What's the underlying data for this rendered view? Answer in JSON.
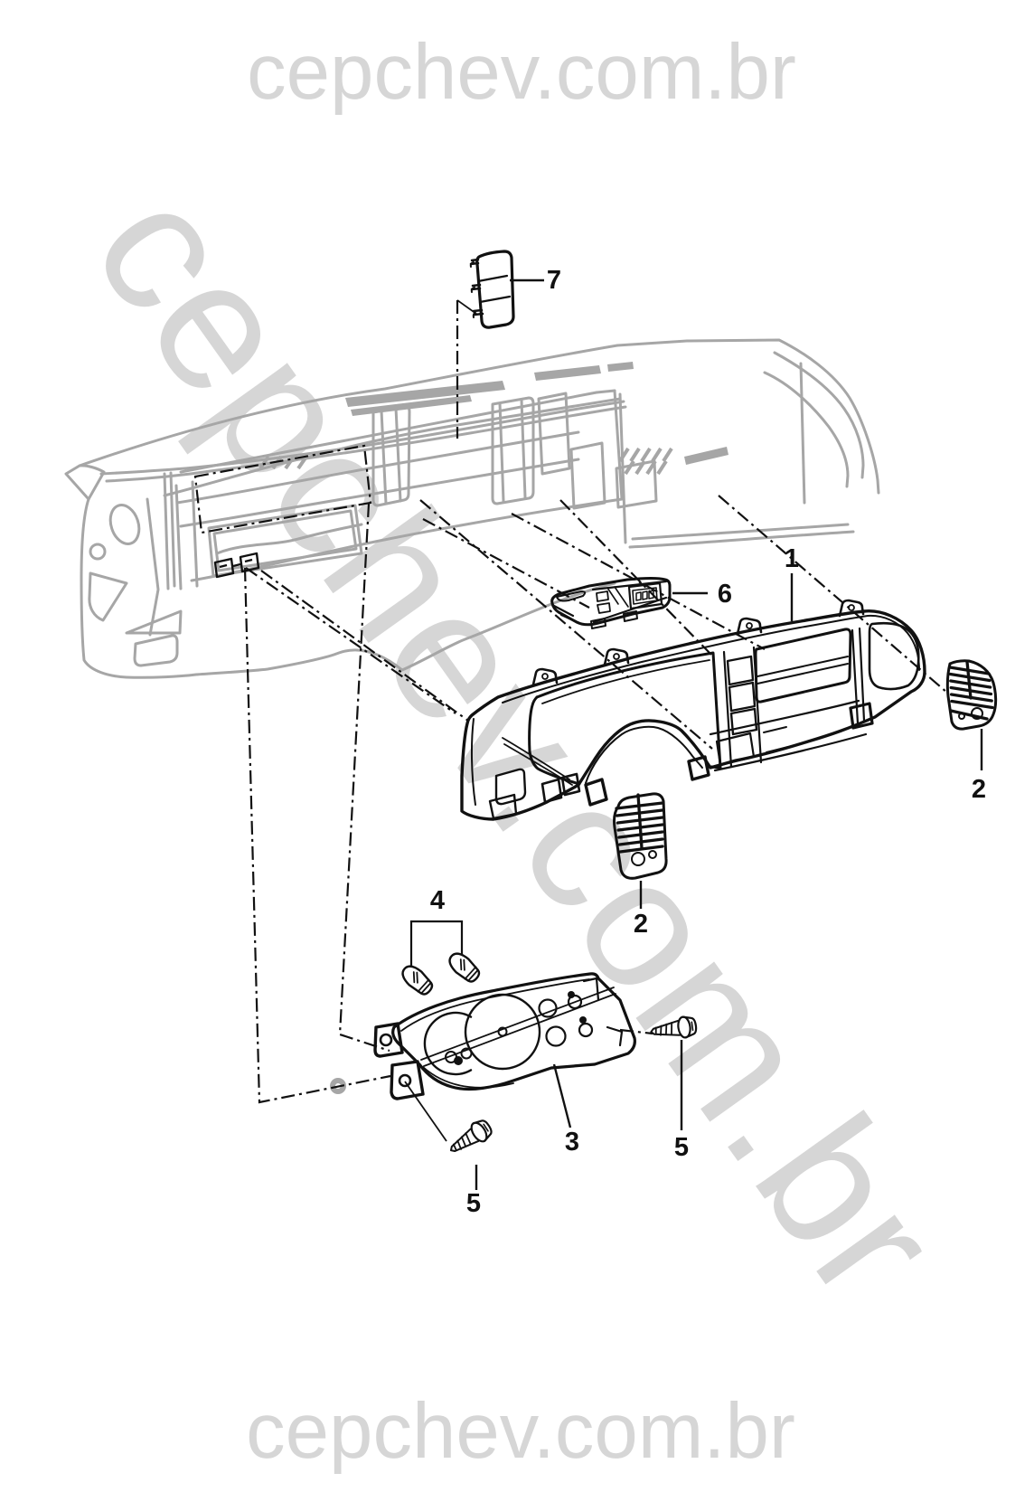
{
  "watermark": {
    "top": "cepchev.com.br",
    "diagonal": "cepchev.com.br",
    "bottom": "cepchev.com.br"
  },
  "callouts": {
    "bezel": "1",
    "grille_right": "2",
    "grille_lower": "2",
    "cluster": "3",
    "bulbs": "4",
    "screw_left": "5",
    "screw_right": "5",
    "message_center": "6",
    "switch_pod": "7"
  },
  "colors": {
    "background": "#ffffff",
    "watermark_gray": "#d6d6d6",
    "dashboard_gray": "#a6a6a6",
    "part_line_black": "#111111"
  }
}
